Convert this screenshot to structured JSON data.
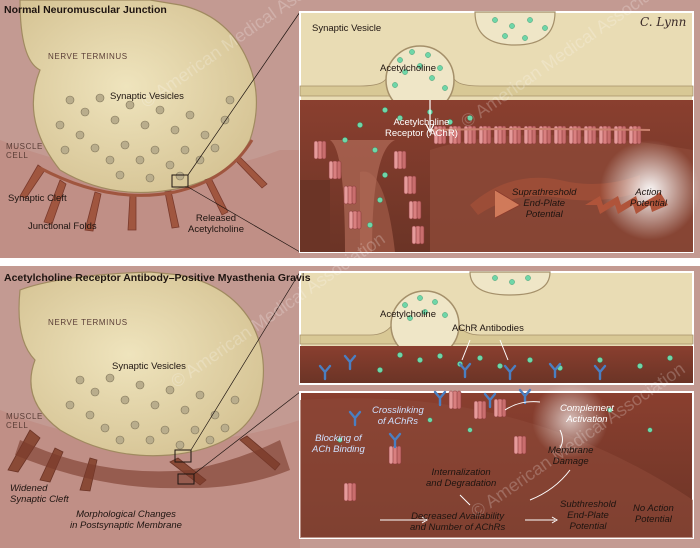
{
  "top": {
    "title": "Normal Neuromuscular Junction",
    "nerve_terminus": "NERVE TERMINUS",
    "muscle_cell": "MUSCLE\nCELL",
    "synaptic_vesicles": "Synaptic Vesicles",
    "synaptic_cleft": "Synaptic Cleft",
    "junctional_folds": "Junctional Folds",
    "released_ach": "Released\nAcetylcholine",
    "inset_synaptic_vesicle": "Synaptic Vesicle",
    "inset_acetylcholine": "Acetylcholine",
    "inset_receptor": "Acetylcholine\nReceptor (AChR)",
    "suprathreshold": "Suprathreshold\nEnd-Plate\nPotential",
    "action_potential": "Action\nPotential"
  },
  "bottom": {
    "title": "Acetylcholine Receptor Antibody–Positive Myasthenia Gravis",
    "nerve_terminus": "NERVE TERMINUS",
    "muscle_cell": "MUSCLE\nCELL",
    "synaptic_vesicles": "Synaptic Vesicles",
    "widened_cleft": "Widened\nSynaptic Cleft",
    "morph_changes": "Morphological Changes\nin Postsynaptic Membrane",
    "inset_acetylcholine": "Acetylcholine",
    "achr_antibodies": "AChR Antibodies",
    "crosslinking": "Crosslinking\nof AChRs",
    "complement": "Complement\nActivation",
    "blocking": "Blocking of\nACh Binding",
    "membrane_damage": "Membrane\nDamage",
    "internalization": "Internalization\nand Degradation",
    "decreased": "Decreased Availability\nand Number of AChRs",
    "subthreshold": "Subthreshold\nEnd-Plate\nPotential",
    "no_action": "No Action\nPotential"
  },
  "signature": "C. Lynn",
  "watermark": "© American Medical Association",
  "colors": {
    "background": "#c9a49c",
    "nerve": "#e8dcb0",
    "muscle": "#7a3a2c",
    "receptor": "#d98080",
    "acetylcholine": "#6fd6a8",
    "antibody": "#5b8fd0",
    "arrow": "#b0543a"
  }
}
